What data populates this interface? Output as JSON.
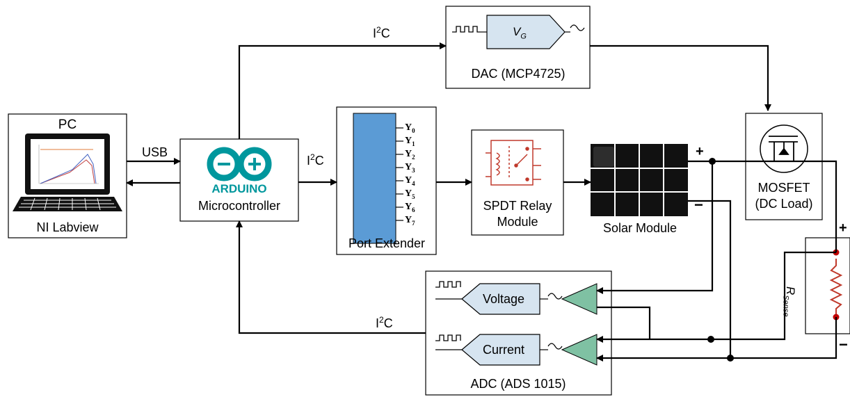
{
  "pc": {
    "title": "PC",
    "label": "NI Labview"
  },
  "links": {
    "usb": "USB",
    "i2c_prefix": "I",
    "i2c_sup": "2",
    "i2c_suffix": "C"
  },
  "arduino": {
    "brand": "ARDUINO",
    "label": "Microcontroller",
    "brand_color": "#00979d"
  },
  "dac": {
    "label": "DAC (MCP4725)",
    "symbol_main": "V",
    "symbol_sub": "G"
  },
  "port_extender": {
    "label": "Port Extender",
    "pins": [
      "Y0",
      "Y1",
      "Y2",
      "Y3",
      "Y4",
      "Y5",
      "Y6",
      "Y7"
    ],
    "block_color": "#5b9bd5"
  },
  "relay": {
    "label_line1": "SPDT Relay",
    "label_line2": "Module",
    "symbol_color": "#c0392b"
  },
  "solar": {
    "label": "Solar Module",
    "plus": "+",
    "minus": "−"
  },
  "mosfet": {
    "label_line1": "MOSFET",
    "label_line2": "(DC Load)"
  },
  "rsense": {
    "main": "R",
    "sub": "Sense",
    "plus": "+",
    "minus": "−",
    "resistor_color": "#c0392b",
    "node_color": "#c00000"
  },
  "adc": {
    "label": "ADC (ADS 1015)",
    "channel1": "Voltage",
    "channel2": "Current",
    "amp_color": "#7fc1a3",
    "block_color": "#d6e4f0"
  }
}
